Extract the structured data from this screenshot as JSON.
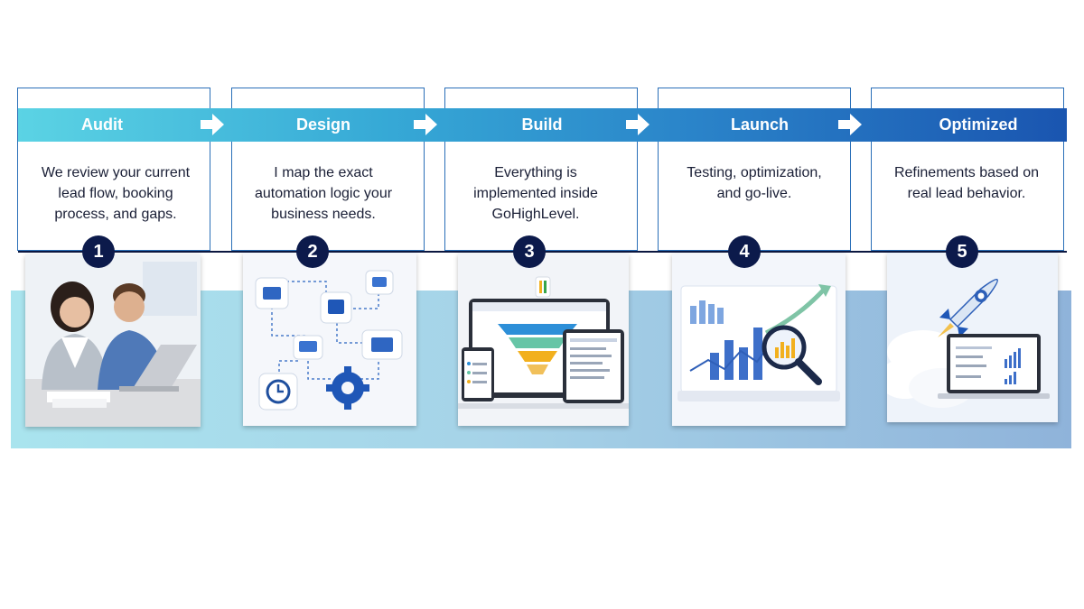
{
  "stages": [
    {
      "label": "Audit",
      "number": "1",
      "description": [
        "We review your current",
        "lead flow, booking",
        "process, and gaps."
      ],
      "icon": "team-at-laptop-illustration"
    },
    {
      "label": "Design",
      "number": "2",
      "description": [
        "I map the exact",
        "automation logic your",
        "business needs."
      ],
      "icon": "automation-flow-diagram-illustration"
    },
    {
      "label": "Build",
      "number": "3",
      "description": [
        "Everything is",
        "implemented inside",
        "GoHighLevel."
      ],
      "icon": "funnel-dashboard-devices-illustration"
    },
    {
      "label": "Launch",
      "number": "4",
      "description": [
        "Testing, optimization,",
        "and go-live."
      ],
      "icon": "growth-chart-magnifier-illustration"
    },
    {
      "label": "Optimized",
      "number": "5",
      "description": [
        "Refinements based on",
        "real lead behavior."
      ],
      "icon": "rocket-laptop-illustration"
    }
  ],
  "colors": {
    "ribbon_start": "#5bd3e4",
    "ribbon_end": "#1a55b0",
    "number_badge": "#0c1a4b",
    "box_border": "#2a6fb8",
    "band_start": "#a9e4ee",
    "band_end": "#8fb3da"
  }
}
